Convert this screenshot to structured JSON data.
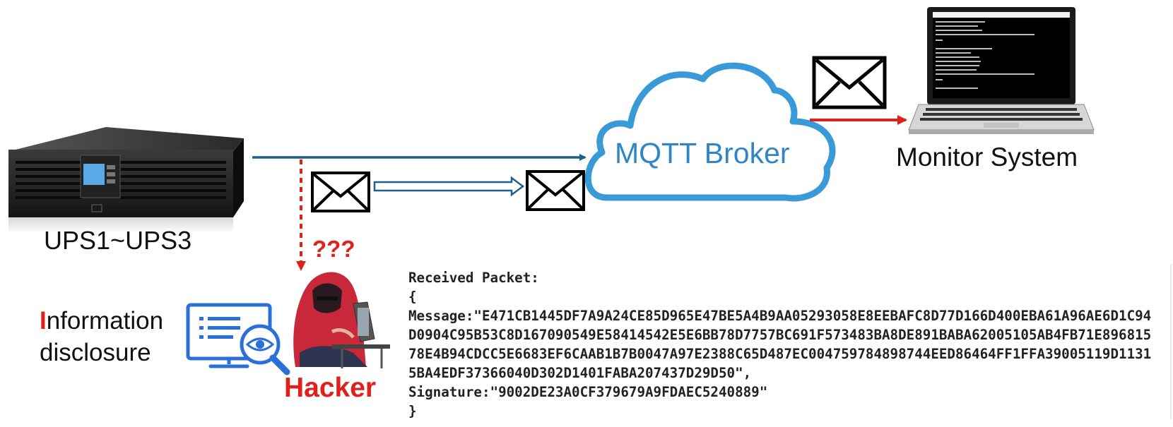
{
  "labels": {
    "ups": "UPS1~UPS3",
    "broker": "MQTT Broker",
    "monitor": "Monitor System",
    "hacker": "Hacker",
    "question": "???",
    "disclosure_first_letter": "I",
    "disclosure_rest_line1": "nformation",
    "disclosure_line2": "disclosure"
  },
  "packet": {
    "header": "Received Packet:",
    "open_brace": "{",
    "message_line1": "Message:\"E471CB1445DF7A9A24CE85D965E47BE5A4B9AA05293058E8EEBAFC8D77D166D400EBA61A96AE6D1C94",
    "message_line2": "D0904C95B53C8D167090549E58414542E5E6BB78D7757BC691F573483BA8DE891BABA62005105AB4FB71E896815",
    "message_line3": "78E4B94CDCC5E6683EF6CAAB1B7B0047A97E2388C65D487EC004759784898744EED86464FF1FFA39005119D1131",
    "message_line4": "5BA4EDF37366040D302D1401FABA207437D29D50\",",
    "signature": "Signature:\"9002DE23A0CF379679A9FDAEC5240889\"",
    "close_brace": "}"
  },
  "colors": {
    "broker_blue": "#3a9ad8",
    "link_blue": "#1f5f8b",
    "alert_red": "#e0201b",
    "hacker_red": "#c8283a"
  },
  "icons": [
    "ups-device-icon",
    "cloud-icon",
    "laptop-icon",
    "envelope-icon",
    "monitor-search-icon",
    "hacker-icon"
  ]
}
